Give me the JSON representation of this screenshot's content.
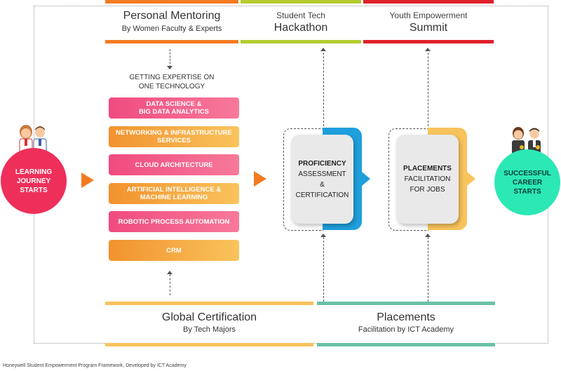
{
  "top_sections": {
    "mentoring": {
      "title": "Personal Mentoring",
      "subtitle": "By Women Faculty & Experts",
      "color": "#f47b20"
    },
    "hackathon": {
      "title_small": "Student Tech",
      "title_large": "Hackathon",
      "color": "#b5cc2f"
    },
    "summit": {
      "title_small": "Youth Empowerment",
      "title_large": "Summit",
      "color": "#e0202a"
    }
  },
  "expertise_label": [
    "GETTING EXPERTISE ON",
    "ONE TECHNOLOGY"
  ],
  "technologies": [
    {
      "lines": [
        "DATA SCIENCE &",
        "BIG DATA ANALYTICS"
      ],
      "style": "pink"
    },
    {
      "lines": [
        "NETWORKING & INFRASTRUCTURE",
        "SERVICES"
      ],
      "style": "orange"
    },
    {
      "lines": [
        "CLOUD ARCHITECTURE"
      ],
      "style": "pink"
    },
    {
      "lines": [
        "ARTIFICIAL INTELLIGENCE &",
        "MACHINE LEARNING"
      ],
      "style": "orange"
    },
    {
      "lines": [
        "ROBOTIC PROCESS AUTOMATION"
      ],
      "style": "pink"
    },
    {
      "lines": [
        "CRM"
      ],
      "style": "orange"
    }
  ],
  "start_circle": {
    "lines": [
      "LEARNING",
      "JOURNEY",
      "STARTS"
    ],
    "color": "#ee2f5a"
  },
  "end_circle": {
    "lines": [
      "SUCCESSFUL",
      "CAREER",
      "STARTS"
    ],
    "color": "#2ce8b4"
  },
  "proficiency_card": {
    "bold": "PROFICIENCY",
    "lines": [
      "ASSESSMENT",
      "&",
      "CERTIFICATION"
    ],
    "tab_color": "#1f9fdc"
  },
  "placements_card": {
    "bold": "PLACEMENTS",
    "lines": [
      "FACILITATION",
      "FOR JOBS"
    ],
    "tab_color": "#f9c35c"
  },
  "bottom_sections": {
    "certification": {
      "title": "Global Certification",
      "subtitle": "By Tech Majors",
      "color": "#f9c35c"
    },
    "placements": {
      "title": "Placements",
      "subtitle": "Facilitation by ICT Academy",
      "color": "#6bc1a8"
    }
  },
  "footer": "Honeywell Student Empowerment Program Framework, Developed by ICT Academy",
  "colors": {
    "arrow": "#f47b20",
    "dash": "#555555"
  }
}
